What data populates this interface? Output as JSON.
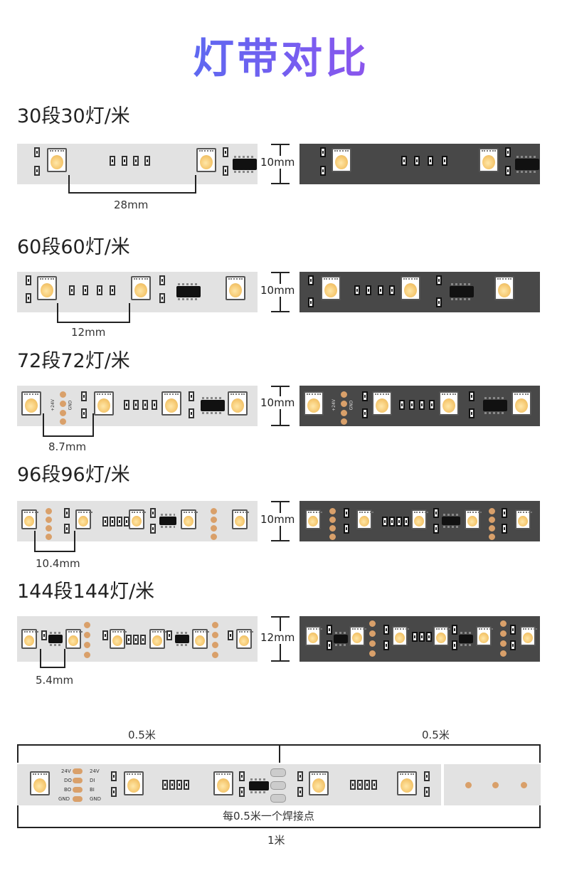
{
  "page": {
    "title": "灯带对比"
  },
  "sections": [
    {
      "title": "30段30灯/米",
      "spacing": "28mm",
      "width": "10mm"
    },
    {
      "title": "60段60灯/米",
      "spacing": "12mm",
      "width": "10mm"
    },
    {
      "title": "72段72灯/米",
      "spacing": "8.7mm",
      "width": "10mm"
    },
    {
      "title": "96段96灯/米",
      "spacing": "10.4mm",
      "width": "10mm"
    },
    {
      "title": "144段144灯/米",
      "spacing": "5.4mm",
      "width": "12mm"
    }
  ],
  "bottom": {
    "half_left": "0.5米",
    "half_right": "0.5米",
    "solder_note": "每0.5米一个焊接点",
    "total": "1米",
    "pad_labels_left": [
      "24V",
      "DO",
      "BO",
      "GND"
    ],
    "pad_labels_right": [
      "24V",
      "DI",
      "BI",
      "GND"
    ]
  },
  "pcb_pad_labels": [
    "+24V",
    "BO",
    "DO",
    "GND"
  ],
  "colors": {
    "title_start": "#2f7df2",
    "title_end": "#c43ee0",
    "strip_light": "#e2e2e2",
    "strip_dark": "#484848",
    "pad": "#d9a06a"
  }
}
